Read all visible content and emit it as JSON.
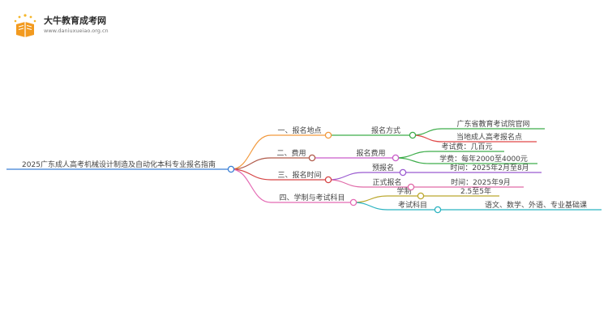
{
  "logo": {
    "name": "大牛教育成考网",
    "url": "www.daniuxueiao.org.cn"
  },
  "root": {
    "label": "2025广东成人高考机械设计制造及自动化本科专业报名指南",
    "color": "#3a7fd5"
  },
  "branches": [
    {
      "id": "b1",
      "label": "一、报名地点",
      "color": "#f29a3e",
      "children": [
        {
          "id": "b1c1",
          "label": "报名方式",
          "color": "#3dad4a",
          "children": [
            {
              "id": "b1c1l1",
              "label": "广东省教育考试院官网",
              "color": "#3dad4a"
            },
            {
              "id": "b1c1l2",
              "label": "当地成人高考报名点",
              "color": "#e04848"
            }
          ]
        }
      ]
    },
    {
      "id": "b2",
      "label": "二、费用",
      "color": "#b05a4a",
      "children": [
        {
          "id": "b2c1",
          "label": "报名费用",
          "color": "#c95cc9",
          "children": [
            {
              "id": "b2c1l1",
              "label": "考试费：几百元",
              "color": "#3dad4a"
            },
            {
              "id": "b2c1l2",
              "label": "学费：每年2000至4000元",
              "color": "#3dad4a"
            }
          ]
        }
      ]
    },
    {
      "id": "b3",
      "label": "三、报名时间",
      "color": "#d64545",
      "children": [
        {
          "id": "b3c1",
          "label": "预报名",
          "color": "#9a5ad0",
          "children": [
            {
              "id": "b3c1l1",
              "label": "时间：2025年2月至8月",
              "color": "#9a5ad0"
            }
          ]
        },
        {
          "id": "b3c2",
          "label": "正式报名",
          "color": "#e06aa8",
          "children": [
            {
              "id": "b3c2l1",
              "label": "时间：2025年9月",
              "color": "#e06aa8"
            }
          ]
        }
      ]
    },
    {
      "id": "b4",
      "label": "四、学制与考试科目",
      "color": "#e46ab4",
      "children": [
        {
          "id": "b4c1",
          "label": "学制",
          "color": "#bba82e",
          "children": [
            {
              "id": "b4c1l1",
              "label": "2.5至5年",
              "color": "#bba82e"
            }
          ]
        },
        {
          "id": "b4c2",
          "label": "考试科目",
          "color": "#2bb3c0",
          "children": [
            {
              "id": "b4c2l1",
              "label": "语文、数学、外语、专业基础课",
              "color": "#2bb3c0"
            }
          ]
        }
      ]
    }
  ]
}
